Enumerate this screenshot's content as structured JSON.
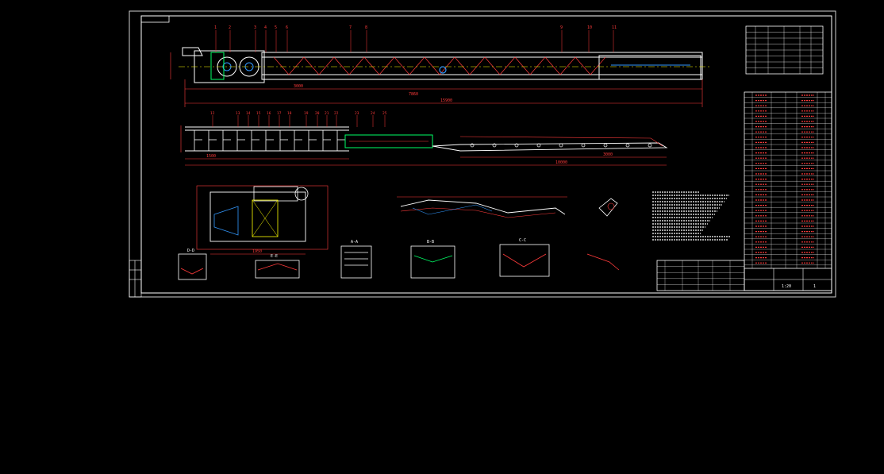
{
  "drawing": {
    "background": "#000000",
    "colors": {
      "sheet": "#ffffff",
      "dim": "#ff3b3b",
      "part": "#ffffff",
      "centerline": "#ffff00",
      "belt": "#00ff66",
      "hidden": "#3399ff",
      "accent": "#ff00ff"
    },
    "section_labels": [
      "D-D",
      "E-E",
      "A-A",
      "B-B",
      "C-C"
    ],
    "view_titles": {
      "top_view": "",
      "mid_view": "",
      "detail": ""
    },
    "dims": {
      "top_total": "15900",
      "top_left": "3000",
      "top_mid": "7860",
      "mid_left": "1500",
      "mid_right": "3000",
      "lower_total": "10000",
      "plan_width": "1950"
    },
    "balloons_top": [
      "1",
      "2",
      "3",
      "4",
      "5",
      "6",
      "7",
      "8",
      "9",
      "10",
      "11"
    ],
    "balloons_mid": [
      "12",
      "13",
      "14",
      "15",
      "16",
      "17",
      "18",
      "19",
      "20",
      "21",
      "22",
      "23",
      "24",
      "25"
    ],
    "title_block": {
      "drawing_no": "",
      "scale": "1:20",
      "sheet": "1"
    }
  }
}
